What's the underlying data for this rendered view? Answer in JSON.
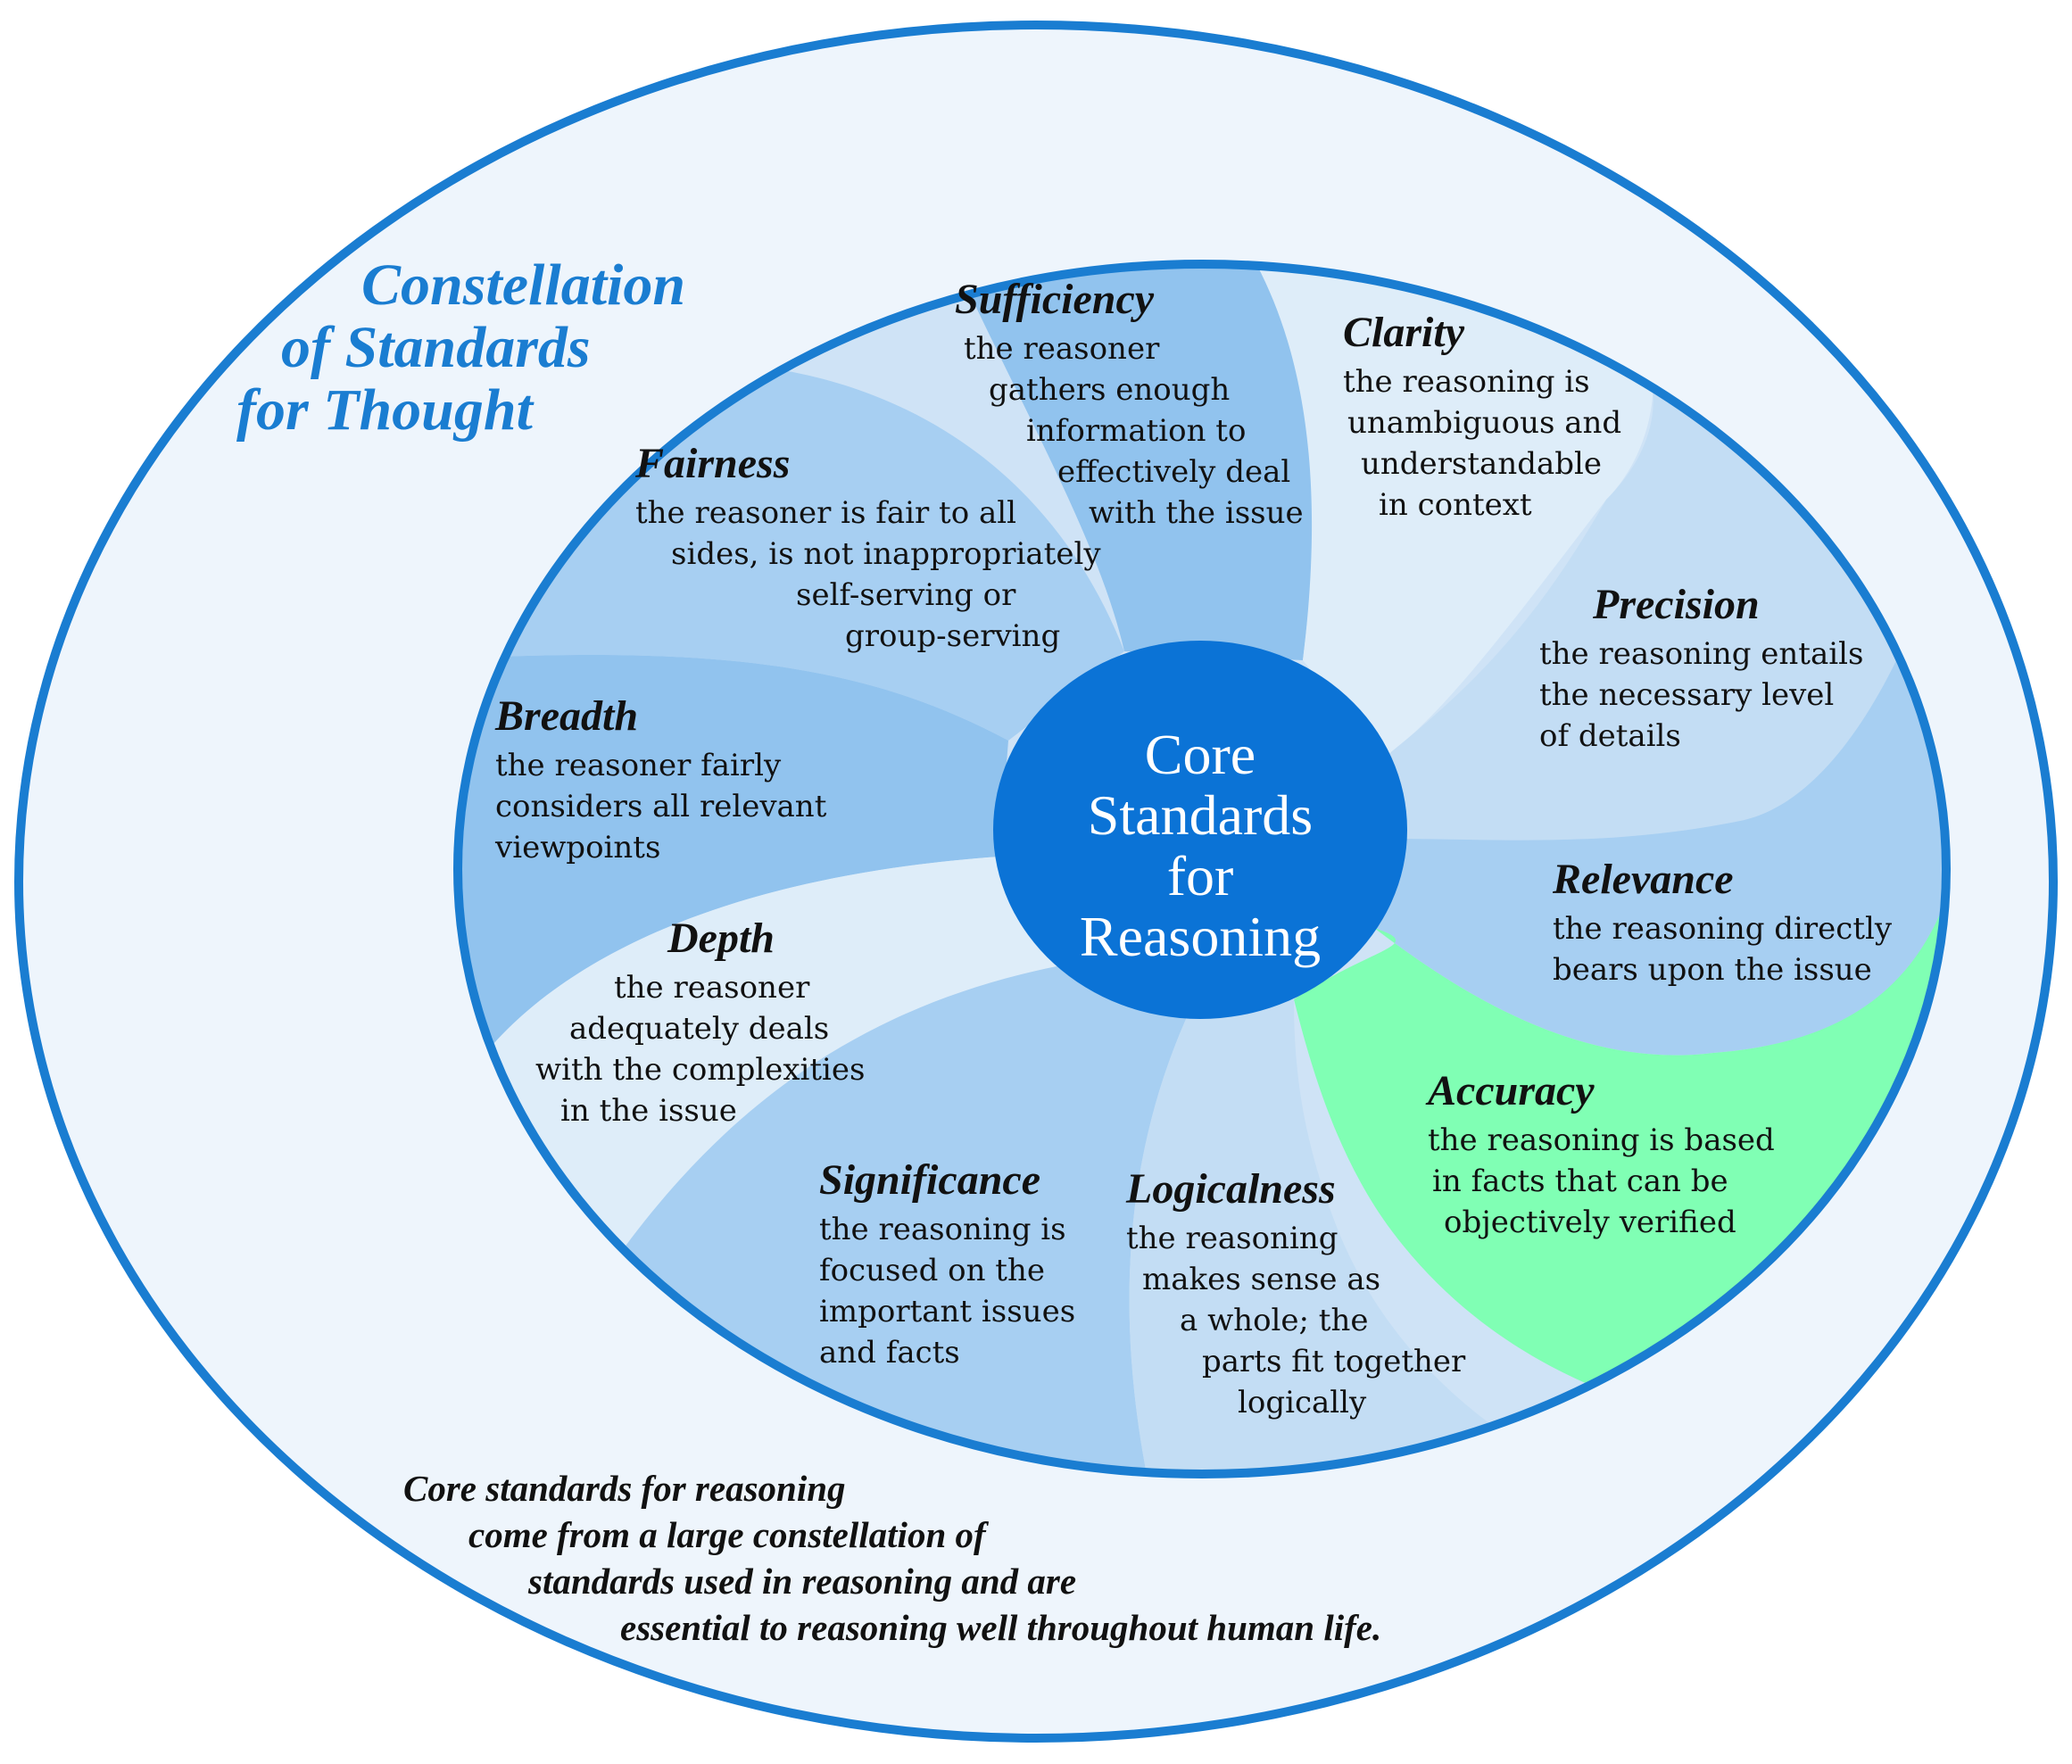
{
  "title": {
    "lines": [
      "Constellation",
      "of Standards",
      "for Thought"
    ]
  },
  "core": {
    "lines": [
      "Core",
      "Standards",
      "for",
      "Reasoning"
    ]
  },
  "standards": [
    {
      "key": "sufficiency",
      "name": "Sufficiency",
      "lines": [
        "the reasoner",
        "gathers enough",
        "information to",
        "effectively deal",
        "with the issue"
      ]
    },
    {
      "key": "clarity",
      "name": "Clarity",
      "lines": [
        "the reasoning is",
        "unambiguous and",
        "understandable",
        "in context"
      ]
    },
    {
      "key": "fairness",
      "name": "Fairness",
      "lines": [
        "the reasoner is fair to all",
        "sides, is not inappropriately",
        "self-serving or",
        "group-serving"
      ]
    },
    {
      "key": "precision",
      "name": "Precision",
      "lines": [
        "the reasoning entails",
        "the necessary level",
        "of details"
      ]
    },
    {
      "key": "breadth",
      "name": "Breadth",
      "lines": [
        "the reasoner fairly",
        "considers all relevant",
        "viewpoints"
      ]
    },
    {
      "key": "relevance",
      "name": "Relevance",
      "lines": [
        "the reasoning directly",
        "bears upon the issue"
      ]
    },
    {
      "key": "depth",
      "name": "Depth",
      "lines": [
        "the reasoner",
        "adequately deals",
        "with the complexities",
        "in the issue"
      ]
    },
    {
      "key": "accuracy",
      "name": "Accuracy",
      "lines": [
        "the reasoning is based",
        "in facts that can be",
        "objectively verified"
      ]
    },
    {
      "key": "significance",
      "name": "Significance",
      "lines": [
        "the reasoning is",
        "focused on the",
        "important issues",
        "and facts"
      ]
    },
    {
      "key": "logicalness",
      "name": "Logicalness",
      "lines": [
        "the reasoning",
        "makes sense as",
        "a whole; the",
        "parts fit together",
        "logically"
      ]
    }
  ],
  "footnote": {
    "lines": [
      "Core standards for reasoning",
      "come from a large constellation of",
      "standards used in reasoning and are",
      "essential to reasoning well throughout human life."
    ]
  },
  "colors": {
    "outer_fill": "#eef5fc",
    "ring": "#1a7dd1",
    "core_fill": "#0b73d6",
    "highlight": "#80ffb4",
    "text": "#111111"
  }
}
